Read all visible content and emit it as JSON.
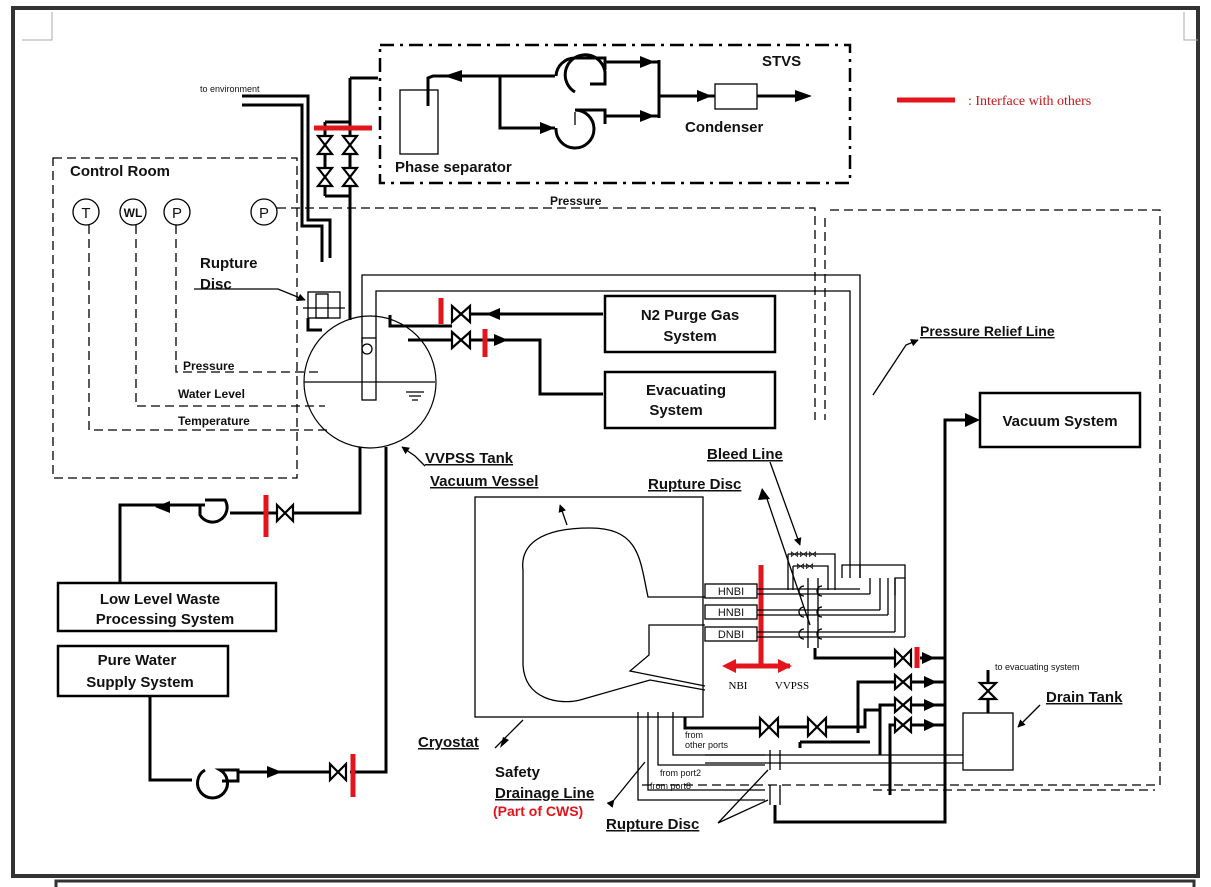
{
  "legend": {
    "interface_label": ": Interface with others",
    "interface_color": "#e3141b"
  },
  "systems": {
    "stvs": {
      "title": "STVS",
      "phase_separator": "Phase separator",
      "condenser": "Condenser"
    },
    "control_room": {
      "title": "Control Room",
      "instruments": [
        "T",
        "WL",
        "P",
        "P"
      ]
    },
    "n2_purge": {
      "line1": "N2 Purge Gas",
      "line2": "System"
    },
    "evacuating": {
      "line1": "Evacuating",
      "line2": "System"
    },
    "vacuum_system": {
      "label": "Vacuum System"
    },
    "low_level_waste": {
      "line1": "Low Level Waste",
      "line2": "Processing System"
    },
    "pure_water": {
      "line1": "Pure Water",
      "line2": "Supply System"
    }
  },
  "labels": {
    "to_environment": "to environment",
    "pressure_top": "Pressure",
    "rupture_disc_1": "Rupture",
    "rupture_disc_2": "Disc",
    "pressure_signal": "Pressure",
    "water_level_signal": "Water Level",
    "temperature_signal": "Temperature",
    "vvpss_tank": "VVPSS Tank",
    "vacuum_vessel": "Vacuum Vessel",
    "bleed_line": "Bleed Line",
    "rupture_disc_mid": "Rupture Disc",
    "pressure_relief_line": "Pressure Relief Line",
    "hnbi_1": "HNBI",
    "hnbi_2": "HNBI",
    "dnbi": "DNBI",
    "nbi": "NBI",
    "vvpss": "VVPSS",
    "to_evacuating_system": "to evacuating system",
    "drain_tank": "Drain Tank",
    "cryostat": "Cryostat",
    "from_other_ports_1": "from",
    "from_other_ports_2": "other ports",
    "from_port2": "from  port2",
    "from_port8": "from  port8",
    "safety_1": "Safety",
    "safety_2": "Drainage Line",
    "safety_3": "(Part of CWS)",
    "rupture_disc_bottom": "Rupture Disc"
  }
}
